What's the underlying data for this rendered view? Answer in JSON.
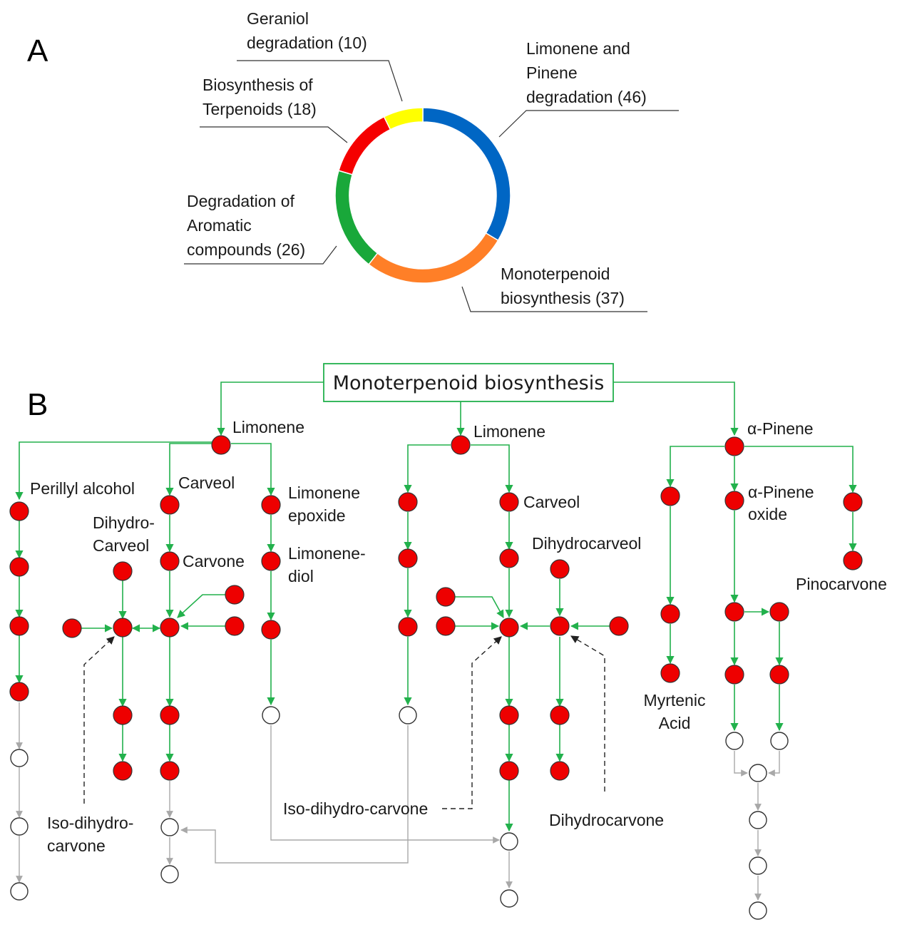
{
  "panels": {
    "a": "A",
    "b": "B"
  },
  "colors": {
    "blue": "#0066c4",
    "orange": "#ff7f27",
    "green": "#19a83a",
    "red": "#f50000",
    "yellow": "#ffff00",
    "arrow_green": "#22b14c",
    "arrow_gray": "#a8a8a8",
    "node_red": "#ee0000"
  },
  "chart_data": {
    "type": "pie",
    "style": "donut",
    "title": "",
    "series": [
      {
        "label_lines": [
          "Limonene and",
          "Pinene",
          "degradation (46)"
        ],
        "value": 46,
        "color": "#0066c4"
      },
      {
        "label_lines": [
          "Monoterpenoid",
          "biosynthesis (37)"
        ],
        "value": 37,
        "color": "#ff7f27"
      },
      {
        "label_lines": [
          "Degradation of",
          "Aromatic",
          "compounds (26)"
        ],
        "value": 26,
        "color": "#19a83a"
      },
      {
        "label_lines": [
          "Biosynthesis of",
          "Terpenoids (18)"
        ],
        "value": 18,
        "color": "#f50000"
      },
      {
        "label_lines": [
          "Geraniol",
          "degradation (10)"
        ],
        "value": 10,
        "color": "#ffff00"
      }
    ]
  },
  "diagram": {
    "title": "Monoterpenoid biosynthesis",
    "labels": {
      "limonene_1": "Limonene",
      "limonene_2": "Limonene",
      "alpha_pinene": "α-Pinene",
      "perillyl_alcohol": "Perillyl alcohol",
      "carveol_1": "Carveol",
      "carveol_2": "Carveol",
      "limonene_epoxide_1": "Limonene",
      "limonene_epoxide_2": "epoxide",
      "dihydrocarveol_a": "Dihydro-",
      "dihydrocarveol_b": "Carveol",
      "carvone": "Carvone",
      "limonene_diol_1": "Limonene-",
      "limonene_diol_2": "diol",
      "dihydrocarveol": "Dihydrocarveol",
      "alpha_pinene_oxide_1": "α-Pinene",
      "alpha_pinene_oxide_2": "oxide",
      "pinocarvone": "Pinocarvone",
      "myrtenic_acid_1": "Myrtenic",
      "myrtenic_acid_2": "Acid",
      "iso_dihydro_carvone_left_1": "Iso-dihydro-",
      "iso_dihydro_carvone_left_2": "carvone",
      "iso_dihydro_carvone_mid": "Iso-dihydro-carvone",
      "dihydrocarvone": "Dihydrocarvone"
    }
  }
}
